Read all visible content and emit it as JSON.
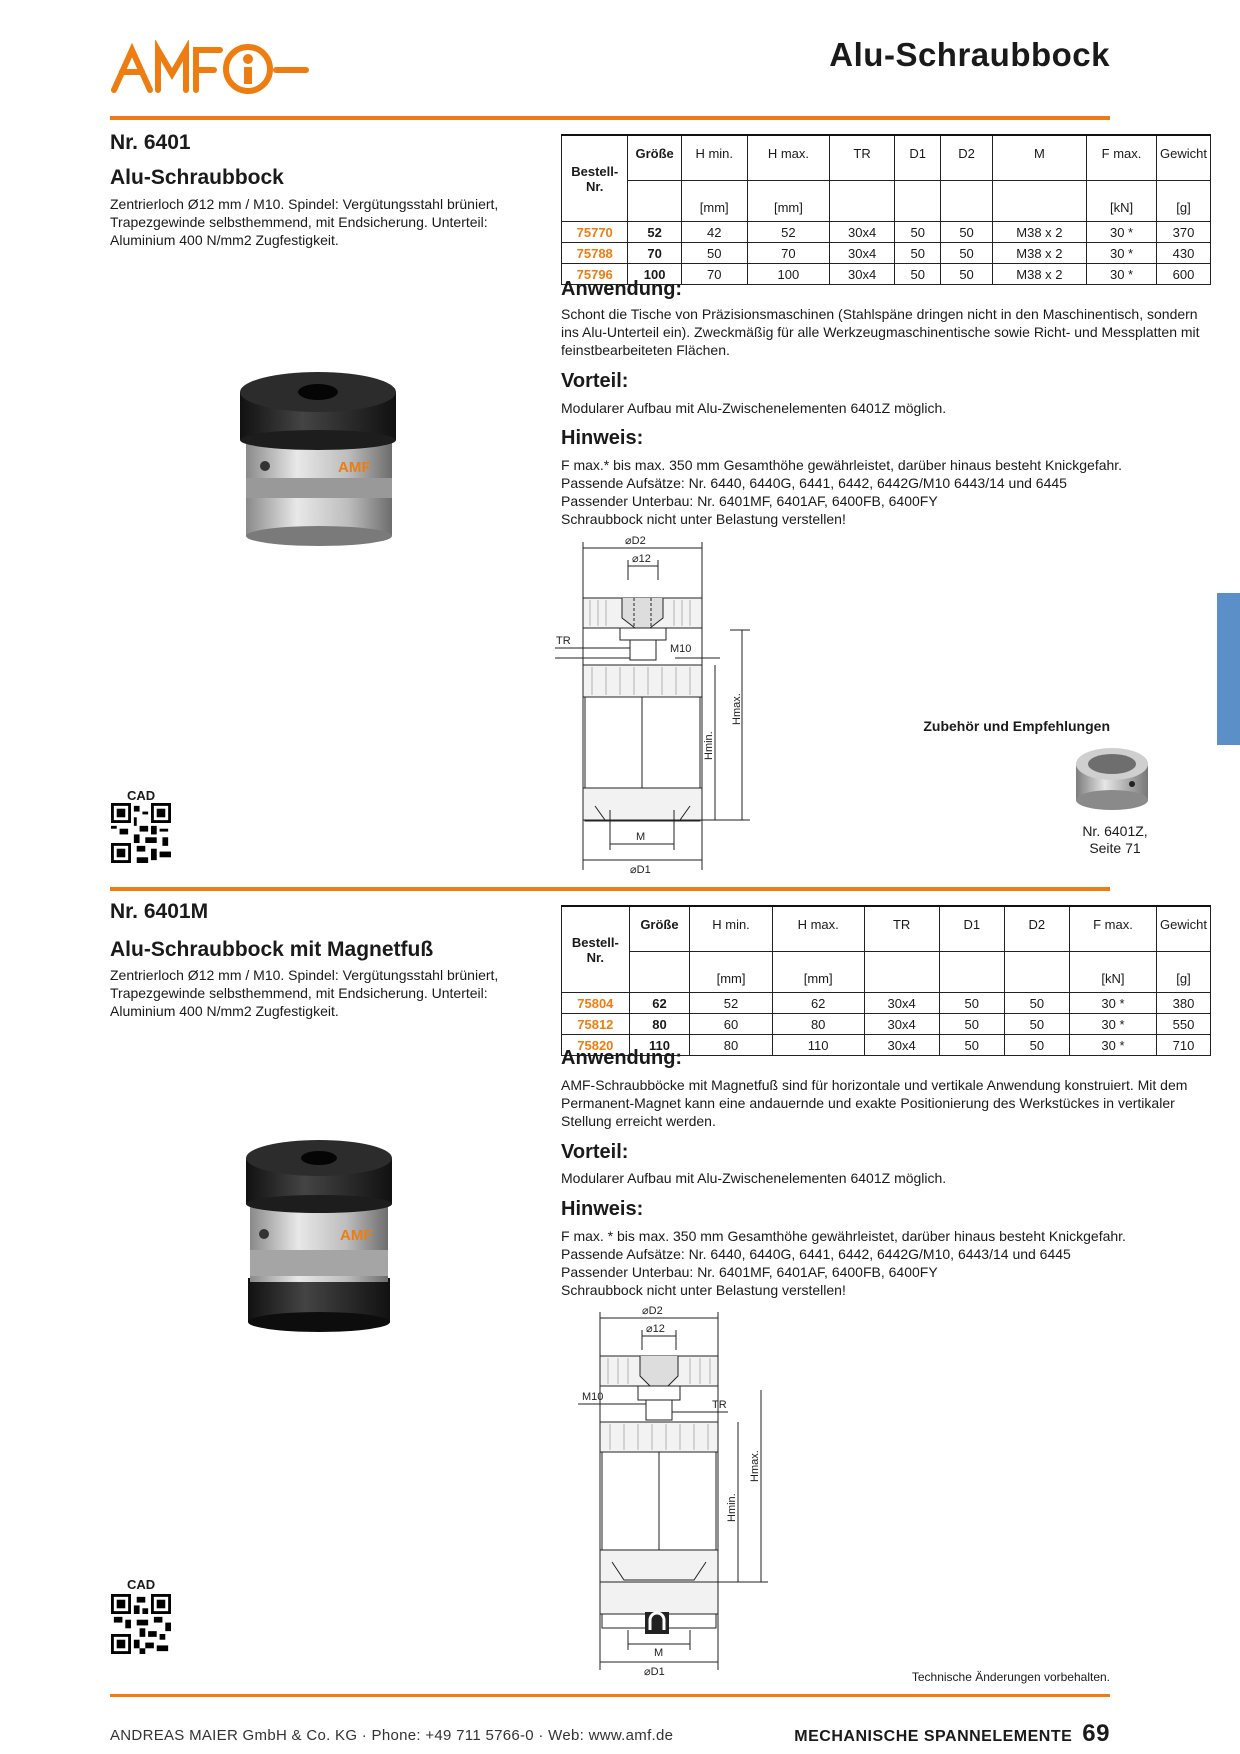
{
  "header": {
    "brand": "AMF",
    "title": "Alu-Schraubbock"
  },
  "colors": {
    "accent": "#ee7d11",
    "tab": "#5b8fc7"
  },
  "products": [
    {
      "nr": "Nr. 6401",
      "name": "Alu-Schraubbock",
      "desc": "Zentrierloch Ø12 mm / M10. Spindel: Vergütungsstahl brüniert, Trapezgewinde selbsthemmend, mit Endsicherung. Unterteil: Aluminium 400 N/mm2 Zugfestigkeit.",
      "table": {
        "headers": [
          "Bestell-\nNr.",
          "Größe",
          "H min.",
          "H max.",
          "TR",
          "D1",
          "D2",
          "M",
          "F max.",
          "Gewicht"
        ],
        "units": [
          "",
          "",
          "[mm]",
          "[mm]",
          "",
          "",
          "",
          "",
          "[kN]",
          "[g]"
        ],
        "rows": [
          [
            "75770",
            "52",
            "42",
            "52",
            "30x4",
            "50",
            "50",
            "M38 x 2",
            "30 *",
            "370"
          ],
          [
            "75788",
            "70",
            "50",
            "70",
            "30x4",
            "50",
            "50",
            "M38 x 2",
            "30 *",
            "430"
          ],
          [
            "75796",
            "100",
            "70",
            "100",
            "30x4",
            "50",
            "50",
            "M38 x 2",
            "30 *",
            "600"
          ]
        ]
      },
      "anwendung_h": "Anwendung:",
      "anwendung": "Schont die Tische von Präzisionsmaschinen (Stahlspäne dringen nicht in den Maschinentisch, sondern ins Alu-Unterteil ein). Zweckmäßig für alle Werkzeugmaschinentische sowie Richt- und Messplatten mit feinstbearbeiteten Flächen.",
      "vorteil_h": "Vorteil:",
      "vorteil": "Modularer Aufbau mit Alu-Zwischenelementen 6401Z möglich.",
      "hinweis_h": "Hinweis:",
      "hinweis": [
        "F max.* bis max. 350 mm Gesamthöhe gewährleistet, darüber hinaus besteht Knickgefahr.",
        "Passende Aufsätze: Nr. 6440, 6440G, 6441, 6442, 6442G/M10 6443/14 und 6445",
        "Passender Unterbau: Nr. 6401MF, 6401AF, 6400FB, 6400FY",
        "Schraubbock nicht unter Belastung verstellen!"
      ],
      "cad": "CAD",
      "drawing": {
        "d2": "⌀D2",
        "d12": "⌀12",
        "m10": "M10",
        "tr": "TR",
        "hmin": "Hmin.",
        "hmax": "Hmax.",
        "m": "M",
        "d1": "⌀D1"
      }
    },
    {
      "nr": "Nr. 6401M",
      "name": "Alu-Schraubbock mit Magnetfuß",
      "desc": "Zentrierloch Ø12 mm / M10. Spindel: Vergütungsstahl brüniert, Trapezgewinde selbsthemmend, mit Endsicherung. Unterteil: Aluminium 400 N/mm2 Zugfestigkeit.",
      "table": {
        "headers": [
          "Bestell-\nNr.",
          "Größe",
          "H min.",
          "H max.",
          "TR",
          "D1",
          "D2",
          "F max.",
          "Gewicht"
        ],
        "units": [
          "",
          "",
          "[mm]",
          "[mm]",
          "",
          "",
          "",
          "[kN]",
          "[g]"
        ],
        "rows": [
          [
            "75804",
            "62",
            "52",
            "62",
            "30x4",
            "50",
            "50",
            "30 *",
            "380"
          ],
          [
            "75812",
            "80",
            "60",
            "80",
            "30x4",
            "50",
            "50",
            "30 *",
            "550"
          ],
          [
            "75820",
            "110",
            "80",
            "110",
            "30x4",
            "50",
            "50",
            "30 *",
            "710"
          ]
        ]
      },
      "anwendung_h": "Anwendung:",
      "anwendung": "AMF-Schraubböcke mit Magnetfuß sind für horizontale und vertikale Anwendung konstruiert. Mit dem Permanent-Magnet kann eine andauernde und exakte Positionierung des Werkstückes in vertikaler Stellung erreicht werden.",
      "vorteil_h": "Vorteil:",
      "vorteil": "Modularer Aufbau mit Alu-Zwischenelementen 6401Z möglich.",
      "hinweis_h": "Hinweis:",
      "hinweis": [
        "F max. * bis max. 350 mm Gesamthöhe gewährleistet, darüber hinaus besteht Knickgefahr.",
        "Passende Aufsätze: Nr. 6440, 6440G, 6441, 6442, 6442G/M10, 6443/14 und 6445",
        "Passender Unterbau: Nr. 6401MF, 6401AF, 6400FB, 6400FY",
        "Schraubbock nicht unter Belastung verstellen!"
      ],
      "cad": "CAD",
      "drawing": {
        "d2": "⌀D2",
        "d12": "⌀12",
        "m10": "M10",
        "tr": "TR",
        "hmin": "Hmin.",
        "hmax": "Hmax.",
        "m": "M",
        "d1": "⌀D1"
      }
    }
  ],
  "accessory": {
    "title": "Zubehör und Empfehlungen",
    "caption_1": "Nr. 6401Z,",
    "caption_2": "Seite 71"
  },
  "footer": {
    "note": "Technische Änderungen vorbehalten.",
    "company": "ANDREAS MAIER GmbH & Co. KG  ·  Phone: +49 711 5766-0  ·  Web: www.amf.de",
    "section": "MECHANISCHE SPANNELEMENTE",
    "page": "69"
  }
}
